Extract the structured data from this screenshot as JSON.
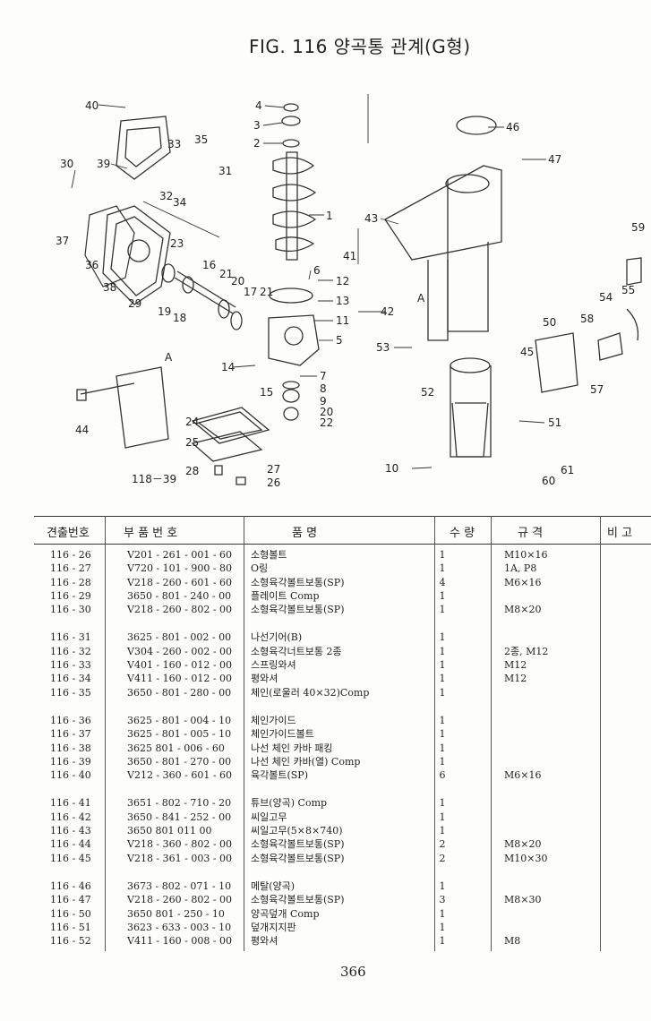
{
  "title": "FIG. 116 양곡통 관계(G형)",
  "table": {
    "headers": [
      "견출번호",
      "부 품 번 호",
      "품 명",
      "수 량",
      "규 격",
      "비 고"
    ],
    "groups": [
      [
        {
          "ref": "116 - 26",
          "part": "V201 - 261 - 001 - 60",
          "name": "소형볼트",
          "qty": "1",
          "spec": "M10×16"
        },
        {
          "ref": "116 - 27",
          "part": "V720 - 101 - 900 - 80",
          "name": "O링",
          "qty": "1",
          "spec": "1A, P8"
        },
        {
          "ref": "116 - 28",
          "part": "V218 - 260 - 601 - 60",
          "name": "소형육각볼트보통(SP)",
          "qty": "4",
          "spec": "M6×16"
        },
        {
          "ref": "116 - 29",
          "part": "3650 - 801 - 240 - 00",
          "name": "플레이트 Comp",
          "qty": "1",
          "spec": ""
        },
        {
          "ref": "116 - 30",
          "part": "V218 - 260 - 802 - 00",
          "name": "소형육각볼트보통(SP)",
          "qty": "1",
          "spec": "M8×20"
        }
      ],
      [
        {
          "ref": "116 - 31",
          "part": "3625 - 801 - 002 - 00",
          "name": "나선기어(B)",
          "qty": "1",
          "spec": ""
        },
        {
          "ref": "116 - 32",
          "part": "V304 - 260 - 002 - 00",
          "name": "소형육각너트보통 2종",
          "qty": "1",
          "spec": "2종, M12"
        },
        {
          "ref": "116 - 33",
          "part": "V401 - 160 - 012 - 00",
          "name": "스프링와셔",
          "qty": "1",
          "spec": "M12"
        },
        {
          "ref": "116 - 34",
          "part": "V411 - 160 - 012 - 00",
          "name": "평와셔",
          "qty": "1",
          "spec": "M12"
        },
        {
          "ref": "116 - 35",
          "part": "3650 - 801 - 280 - 00",
          "name": "체인(로울러 40×32)Comp",
          "qty": "1",
          "spec": ""
        }
      ],
      [
        {
          "ref": "116 - 36",
          "part": "3625 - 801 - 004 - 10",
          "name": "체인가이드",
          "qty": "1",
          "spec": ""
        },
        {
          "ref": "116 - 37",
          "part": "3625 - 801 - 005 - 10",
          "name": "체인가이드볼트",
          "qty": "1",
          "spec": ""
        },
        {
          "ref": "116 - 38",
          "part": "3625  801 - 006 - 60",
          "name": "나선 체인 카바 패킹",
          "qty": "1",
          "spec": ""
        },
        {
          "ref": "116 - 39",
          "part": "3650 - 801 - 270 - 00",
          "name": "나선 체인 카바(열) Comp",
          "qty": "1",
          "spec": ""
        },
        {
          "ref": "116 - 40",
          "part": "V212 - 360 - 601 - 60",
          "name": "육각볼트(SP)",
          "qty": "6",
          "spec": "M6×16"
        }
      ],
      [
        {
          "ref": "116 - 41",
          "part": "3651 - 802 - 710 - 20",
          "name": "튜브(양곡) Comp",
          "qty": "1",
          "spec": ""
        },
        {
          "ref": "116 - 42",
          "part": "3650 - 841 - 252 - 00",
          "name": "씨일고무",
          "qty": "1",
          "spec": ""
        },
        {
          "ref": "116 - 43",
          "part": "3650  801  011  00",
          "name": "씨일고무(5×8×740)",
          "qty": "1",
          "spec": ""
        },
        {
          "ref": "116 - 44",
          "part": "V218 - 360 - 802 - 00",
          "name": "소형육각볼트보통(SP)",
          "qty": "2",
          "spec": "M8×20"
        },
        {
          "ref": "116 - 45",
          "part": "V218 - 361 - 003 - 00",
          "name": "소형육각볼트보통(SP)",
          "qty": "2",
          "spec": "M10×30"
        }
      ],
      [
        {
          "ref": "116 - 46",
          "part": "3673 - 802 - 071 - 10",
          "name": "메탈(양곡)",
          "qty": "1",
          "spec": ""
        },
        {
          "ref": "116 - 47",
          "part": "V218 - 260 - 802 - 00",
          "name": "소형육각볼트보통(SP)",
          "qty": "3",
          "spec": "M8×30"
        },
        {
          "ref": "116 - 50",
          "part": "3650  801 - 250 - 10",
          "name": "양곡덮개 Comp",
          "qty": "1",
          "spec": ""
        },
        {
          "ref": "116 - 51",
          "part": "3623 - 633 - 003 - 10",
          "name": "덮개지지판",
          "qty": "1",
          "spec": ""
        },
        {
          "ref": "116 - 52",
          "part": "V411 - 160 - 008 - 00",
          "name": "평와셔",
          "qty": "1",
          "spec": "M8"
        }
      ]
    ]
  },
  "diagram_labels": [
    "40",
    "39",
    "33",
    "35",
    "32",
    "34",
    "31",
    "30",
    "37",
    "36",
    "38",
    "29",
    "23",
    "16",
    "21",
    "20",
    "19",
    "18",
    "17",
    "21",
    "4",
    "3",
    "2",
    "1",
    "6",
    "12",
    "13",
    "11",
    "5",
    "14",
    "15",
    "7",
    "8",
    "9",
    "20",
    "22",
    "24",
    "25",
    "28",
    "27",
    "26",
    "118－39",
    "44",
    "A",
    "A",
    "46",
    "47",
    "43",
    "41",
    "42",
    "53",
    "52",
    "45",
    "50",
    "58",
    "54",
    "55",
    "59",
    "57",
    "51",
    "10",
    "60",
    "61"
  ],
  "page_number": "366"
}
